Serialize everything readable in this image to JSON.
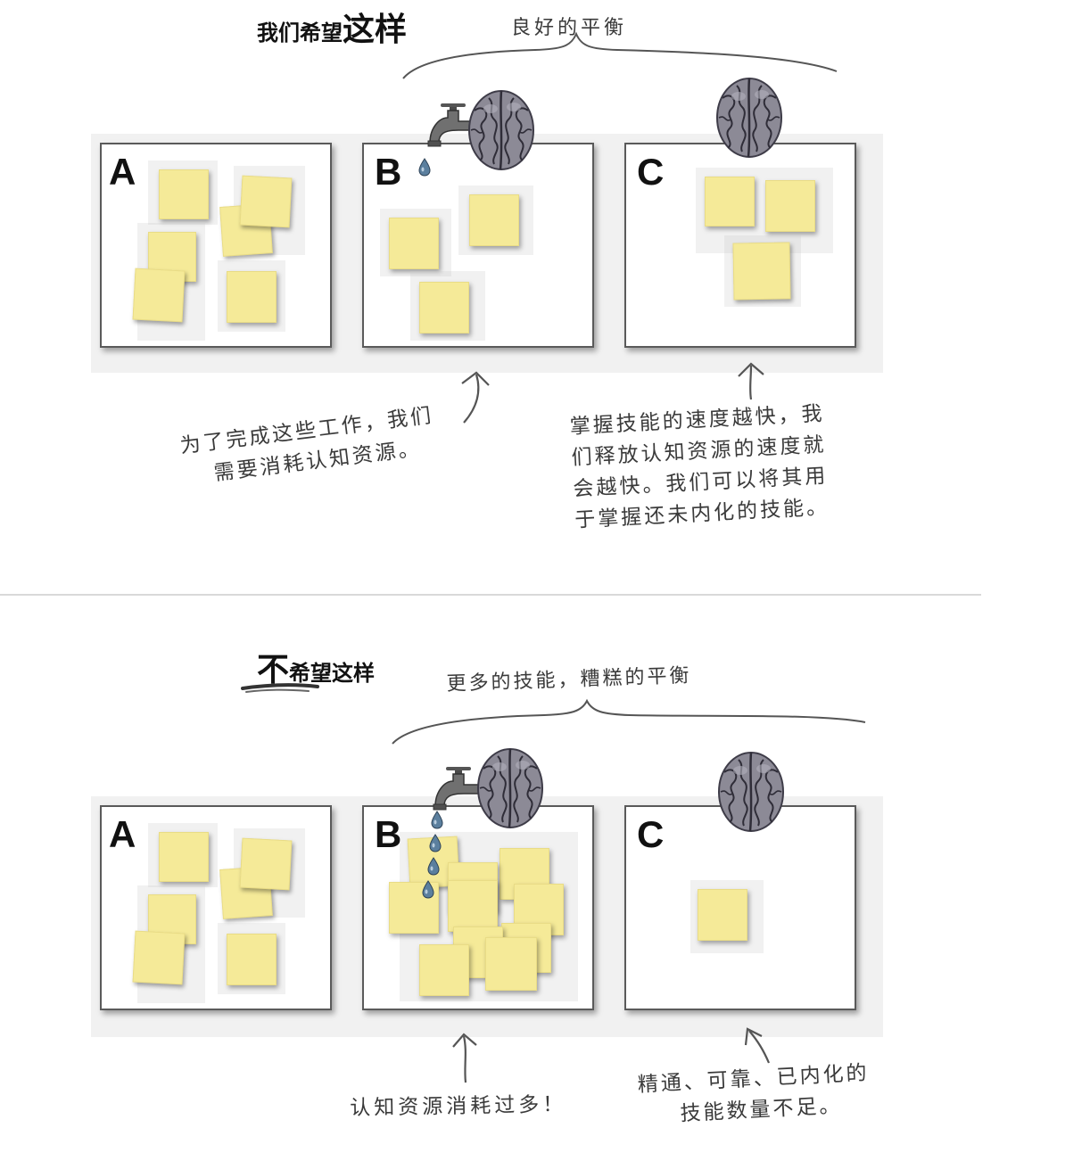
{
  "top": {
    "title_small": "我们希望",
    "title_big": "这样",
    "brace_label": "良好的平衡",
    "panels": [
      {
        "label": "A"
      },
      {
        "label": "B"
      },
      {
        "label": "C"
      }
    ],
    "callout_b": [
      "为了完成这些工作，我们",
      "需要消耗认知资源。"
    ],
    "callout_c": [
      "掌握技能的速度越快，我",
      "们释放认知资源的速度就",
      "会越快。我们可以将其用",
      "于掌握还未内化的技能。"
    ]
  },
  "bottom": {
    "title_big": "不",
    "title_small": "希望这样",
    "brace_label": "更多的技能，糟糕的平衡",
    "panels": [
      {
        "label": "A"
      },
      {
        "label": "B"
      },
      {
        "label": "C"
      }
    ],
    "callout_b": [
      "认知资源消耗过多！"
    ],
    "callout_c": [
      "精通、可靠、已内化的",
      "技能数量不足。"
    ]
  },
  "colors": {
    "note": "#f5ea98",
    "panel_border": "#5a5a5a",
    "brain": "#8c8a96",
    "water_drop": "#5b7f9e",
    "tap": "#6b6b6b"
  },
  "icons": [
    "brain-icon",
    "faucet-icon",
    "water-drop-icon",
    "curly-brace",
    "arrow"
  ]
}
